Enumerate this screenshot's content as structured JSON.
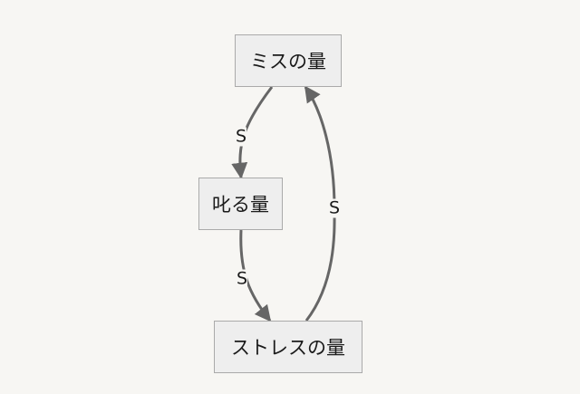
{
  "diagram": {
    "nodes": {
      "mistakes": {
        "label": "ミスの量"
      },
      "scolding": {
        "label": "叱る量"
      },
      "stress": {
        "label": "ストレスの量"
      }
    },
    "edges": [
      {
        "from": "mistakes",
        "to": "scolding",
        "label": "S"
      },
      {
        "from": "scolding",
        "to": "stress",
        "label": "S"
      },
      {
        "from": "stress",
        "to": "mistakes",
        "label": "S"
      }
    ],
    "colors": {
      "background": "#f7f6f3",
      "node_fill": "#eeeeee",
      "node_border": "#aaaaaa",
      "edge": "#666666"
    }
  }
}
